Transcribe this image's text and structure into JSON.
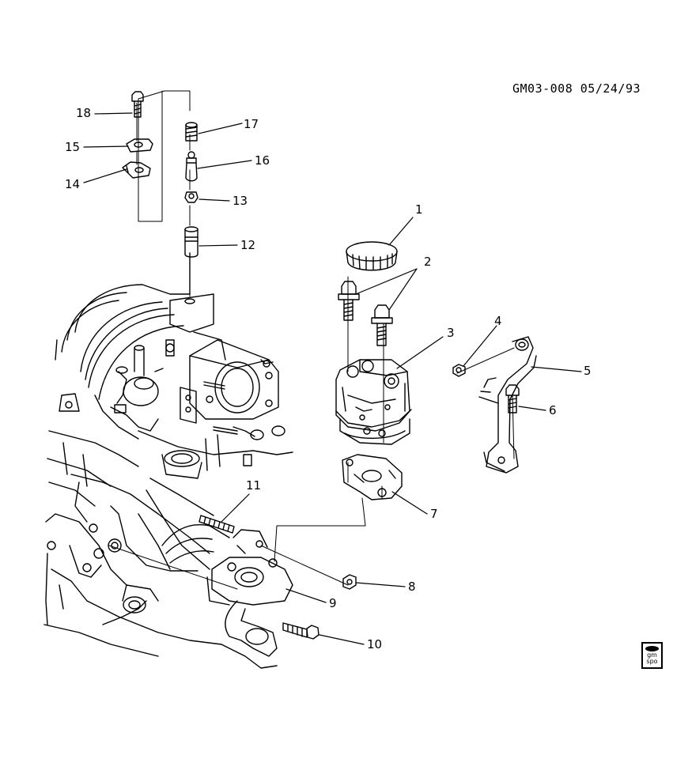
{
  "document": {
    "ref": "GM03-008 05/24/93"
  },
  "callouts": [
    {
      "id": "1",
      "label": "1"
    },
    {
      "id": "2",
      "label": "2"
    },
    {
      "id": "3",
      "label": "3"
    },
    {
      "id": "4",
      "label": "4"
    },
    {
      "id": "5",
      "label": "5"
    },
    {
      "id": "6",
      "label": "6"
    },
    {
      "id": "7",
      "label": "7"
    },
    {
      "id": "8",
      "label": "8"
    },
    {
      "id": "9",
      "label": "9"
    },
    {
      "id": "10",
      "label": "10"
    },
    {
      "id": "11",
      "label": "11"
    },
    {
      "id": "12",
      "label": "12"
    },
    {
      "id": "13",
      "label": "13"
    },
    {
      "id": "14",
      "label": "14"
    },
    {
      "id": "15",
      "label": "15"
    },
    {
      "id": "16",
      "label": "16"
    },
    {
      "id": "17",
      "label": "17"
    },
    {
      "id": "18",
      "label": "18"
    }
  ],
  "logo": {
    "line1": "gm",
    "line2": "spo"
  }
}
